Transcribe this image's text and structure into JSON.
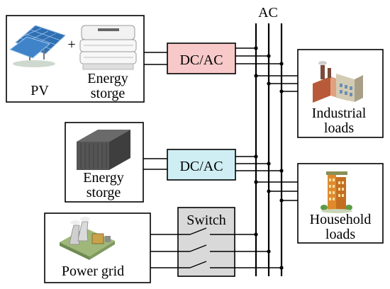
{
  "bus": {
    "label": "AC"
  },
  "sources": {
    "pv_block": {
      "pv_label": "PV",
      "plus": "+",
      "storage_label_line1": "Energy",
      "storage_label_line2": "storge"
    },
    "storage_block": {
      "label_line1": "Energy",
      "label_line2": "storge"
    },
    "grid_block": {
      "label": "Power grid"
    }
  },
  "converters": {
    "top": {
      "label": "DC/AC",
      "fill": "#f8c9c9"
    },
    "middle": {
      "label": "DC/AC",
      "fill": "#cfeef4"
    },
    "switch": {
      "label": "Switch",
      "fill": "#d9d9d9"
    }
  },
  "loads": {
    "industrial": {
      "label_line1": "Industrial",
      "label_line2": "loads"
    },
    "household": {
      "label_line1": "Household",
      "label_line2": "loads"
    }
  },
  "icons": [
    "solar-panel-icon",
    "battery-cabinet-icon",
    "container-storage-icon",
    "power-plant-icon",
    "factory-icon",
    "apartment-building-icon"
  ]
}
